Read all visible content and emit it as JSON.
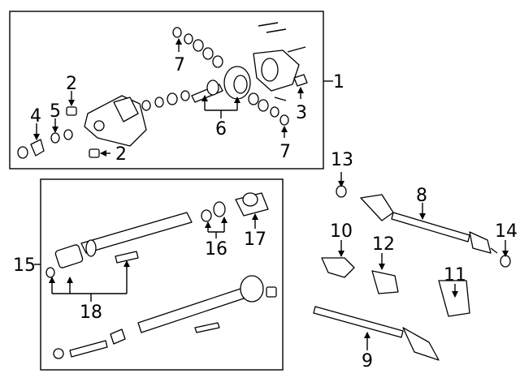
{
  "callouts": {
    "c1": "1",
    "c2a": "2",
    "c2b": "2",
    "c3": "3",
    "c4": "4",
    "c5": "5",
    "c6": "6",
    "c7a": "7",
    "c7b": "7",
    "c8": "8",
    "c9": "9",
    "c10": "10",
    "c11": "11",
    "c12": "12",
    "c13": "13",
    "c14": "14",
    "c15": "15",
    "c16": "16",
    "c17": "17",
    "c18": "18"
  }
}
